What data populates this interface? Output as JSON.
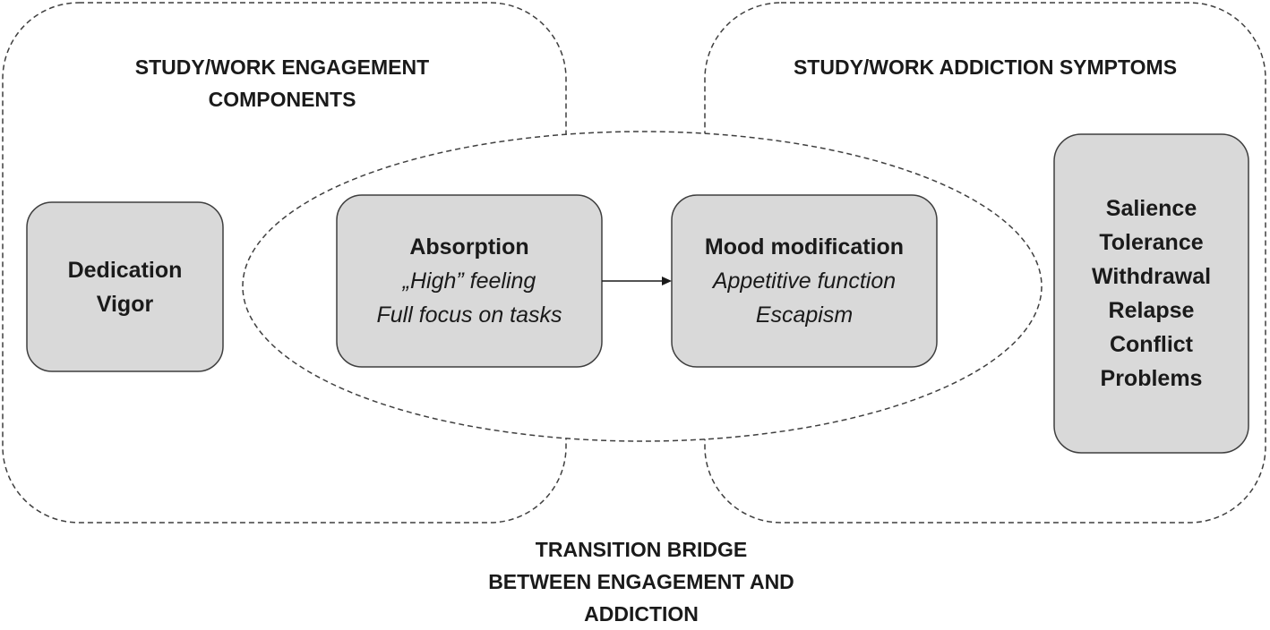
{
  "regions": {
    "engagement_label_line1": "STUDY/WORK ENGAGEMENT",
    "engagement_label_line2": "COMPONENTS",
    "addiction_label": "STUDY/WORK ADDICTION SYMPTOMS",
    "bridge_label_line1": "TRANSITION BRIDGE",
    "bridge_label_line2": "BETWEEN ENGAGEMENT AND",
    "bridge_label_line3": "ADDICTION"
  },
  "boxes": {
    "engagement": {
      "items": [
        "Dedication",
        "Vigor"
      ]
    },
    "absorption": {
      "title": "Absorption",
      "items": [
        "„High” feeling",
        "Full focus on tasks"
      ]
    },
    "mood": {
      "title": "Mood modification",
      "items": [
        "Appetitive function",
        "Escapism"
      ]
    },
    "symptoms": {
      "items": [
        "Salience",
        "Tolerance",
        "Withdrawal",
        "Relapse",
        "Conflict",
        "Problems"
      ]
    }
  },
  "colors": {
    "box_fill": "#d9d9d9",
    "stroke": "#3f3f3f",
    "text": "#1a1a1a"
  }
}
